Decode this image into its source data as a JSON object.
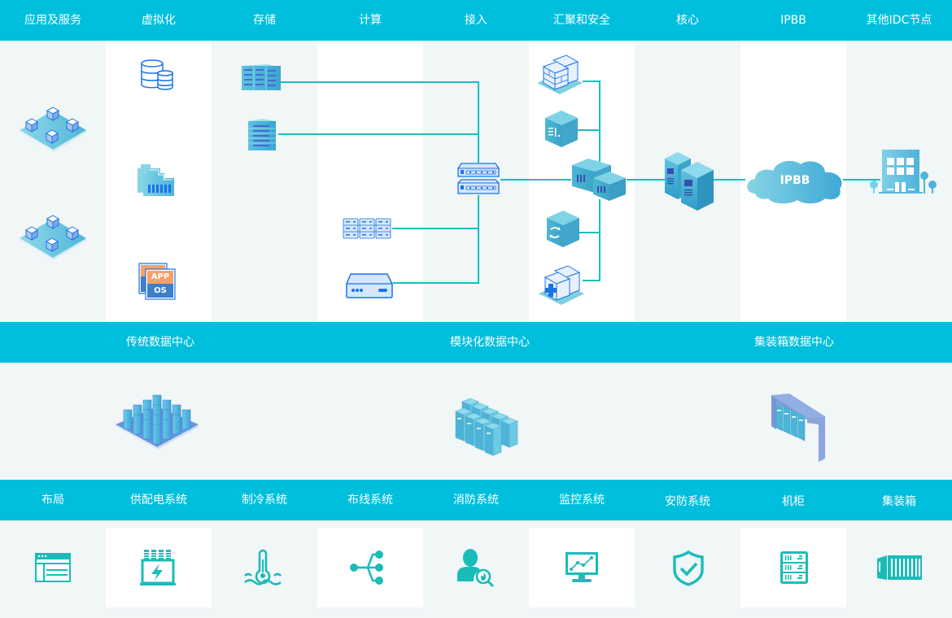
{
  "architecture_header": {
    "columns": [
      "应用及服务",
      "虚拟化",
      "存储",
      "计算",
      "接入",
      "汇聚和安全",
      "核心",
      "IPBB",
      "其他IDC节点"
    ]
  },
  "architecture_diagram": {
    "application_layer": [
      {
        "icon": "app-cluster-icon"
      },
      {
        "icon": "app-cluster-icon"
      }
    ],
    "virtualization": [
      {
        "icon": "database-icon"
      },
      {
        "icon": "network-port-icon"
      },
      {
        "icon": "app-os-icon",
        "badge_top": "APP",
        "badge_bottom": "OS"
      }
    ],
    "storage": [
      {
        "icon": "storage-array-icon"
      },
      {
        "icon": "storage-server-icon"
      }
    ],
    "compute": [
      {
        "icon": "blade-server-icon"
      },
      {
        "icon": "network-appliance-icon"
      }
    ],
    "access": {
      "icon": "access-switch-icon"
    },
    "aggregation_security": [
      {
        "icon": "firewall-icon"
      },
      {
        "icon": "load-balancer-icon"
      },
      {
        "icon": "aggregation-switch-icon"
      },
      {
        "icon": "sync-device-icon"
      },
      {
        "icon": "security-firewall-icon"
      }
    ],
    "core": {
      "icon": "core-server-icon"
    },
    "ipbb": {
      "icon": "cloud-icon",
      "label": "IPBB"
    },
    "other_idc": {
      "icon": "building-icon"
    },
    "colors": {
      "header_bg": "#00bfdd",
      "line_teal": "#19c0c0",
      "line_blue": "#1a73e8",
      "panel_bg": "#f1f6f7"
    }
  },
  "datacenter_types": {
    "labels": [
      "传统数据中心",
      "模块化数据中心",
      "集装箱数据中心"
    ],
    "icons": [
      "traditional-datacenter-icon",
      "modular-datacenter-icon",
      "container-datacenter-icon"
    ]
  },
  "infrastructure": {
    "labels": [
      "布局",
      "供配电系统",
      "制冷系统",
      "布线系统",
      "消防系统",
      "监控系统",
      "安防系统",
      "机柜",
      "集装箱"
    ],
    "icons": [
      "layout-icon",
      "power-supply-icon",
      "cooling-icon",
      "cabling-icon",
      "fire-protection-icon",
      "monitoring-icon",
      "security-shield-icon",
      "rack-cabinet-icon",
      "container-icon"
    ],
    "icon_color": "#1abcb8"
  }
}
